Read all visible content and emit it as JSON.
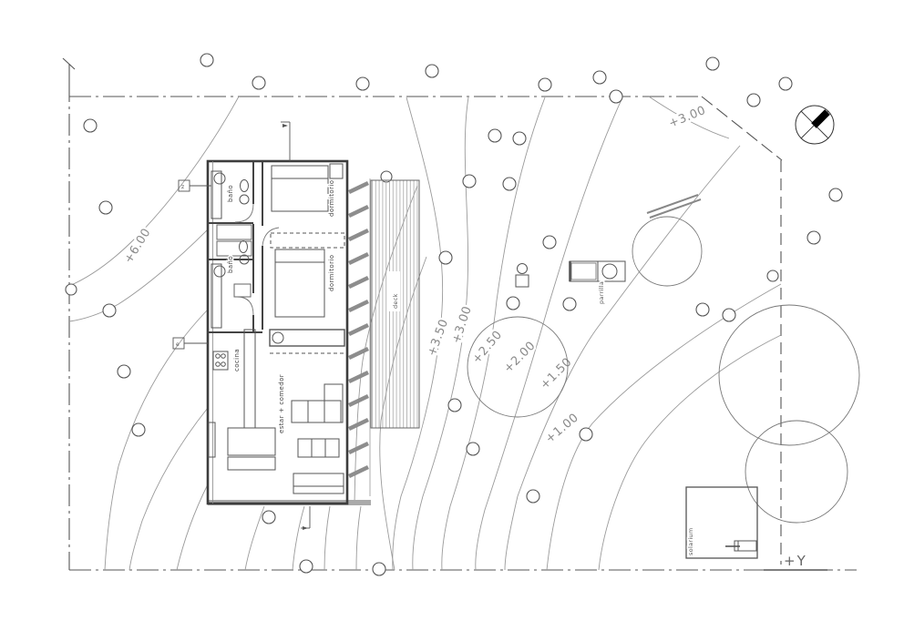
{
  "plan": {
    "contours": {
      "c6": "+6.00",
      "c35": "+3.50",
      "c3": "+3.00",
      "c25": "+2.50",
      "c2": "+2.00",
      "c15": "+1.50",
      "c1": "+1.00",
      "c3ne": "+3.00"
    },
    "rooms": {
      "bath_top": "baño",
      "bath_mid": "baño",
      "bedroom_top": "dormitorio",
      "bedroom_mid": "dormitorio",
      "kitchen": "cocina",
      "living": "estar + comedor"
    },
    "outdoor": {
      "deck": "deck",
      "grill": "parrilla",
      "solarium": "solarium"
    },
    "annotations": {
      "axis_y": "+Y",
      "marker_z": "z",
      "marker_e": "e"
    },
    "colors": {
      "contour": "#9a9a9a",
      "wall": "#3d3d3d",
      "site": "#666666"
    }
  }
}
